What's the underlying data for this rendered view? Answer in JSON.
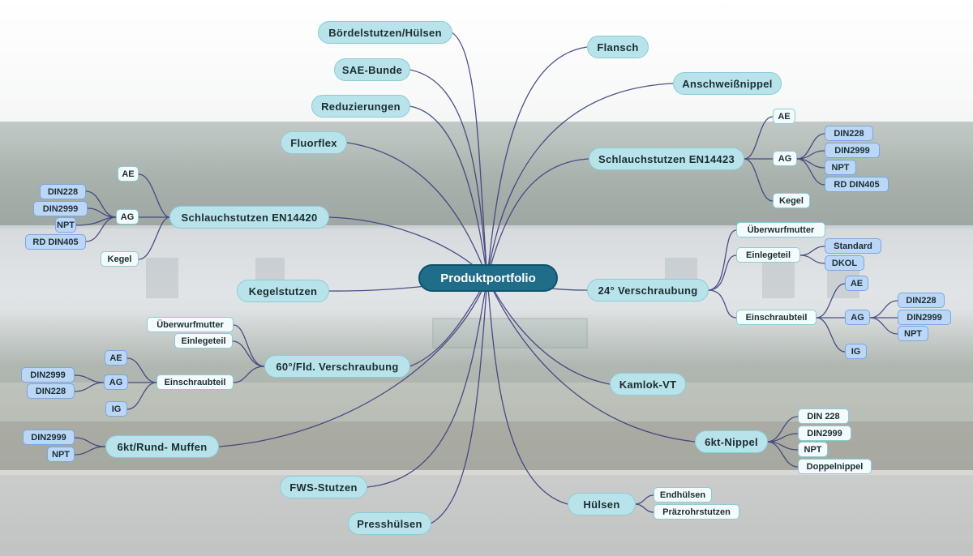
{
  "root": "Produktportfolio",
  "topics": {
    "boerdelstutzen": "Bördelstutzen/Hülsen",
    "sae_bunde": "SAE-Bunde",
    "reduzierungen": "Reduzierungen",
    "fluorflex": "Fluorflex",
    "schlauchstutzen_en14420": "Schlauchstutzen EN14420",
    "kegelstutzen": "Kegelstutzen",
    "verschraubung_60": "60°/Fld. Verschraubung",
    "muffen": "6kt/Rund- Muffen",
    "fws_stutzen": "FWS-Stutzen",
    "presshuelsen": "Presshülsen",
    "flansch": "Flansch",
    "anschweissnippel": "Anschweißnippel",
    "schlauchstutzen_en14423": "Schlauchstutzen EN14423",
    "verschraubung_24": "24° Verschraubung",
    "kamlok": "Kamlok-VT",
    "sechskant_nippel": "6kt-Nippel",
    "huelsen": "Hülsen"
  },
  "en14420": {
    "ae": "AE",
    "ag": "AG",
    "kegel": "Kegel",
    "ag_children": [
      "DIN228",
      "DIN2999",
      "NPT",
      "RD DIN405"
    ]
  },
  "en14423": {
    "ae": "AE",
    "ag": "AG",
    "kegel": "Kegel",
    "ag_children": [
      "DIN228",
      "DIN2999",
      "NPT",
      "RD DIN405"
    ]
  },
  "v60": {
    "ueberwurfmutter": "Überwurfmutter",
    "einlegeteil": "Einlegeteil",
    "einschraubteil": "Einschraubteil",
    "einschraub_children": {
      "ae": "AE",
      "ag": "AG",
      "ig": "IG"
    },
    "ag_children": [
      "DIN2999",
      "DIN228"
    ]
  },
  "muffen_children": [
    "DIN2999",
    "NPT"
  ],
  "v24": {
    "ueberwurfmutter": "Überwurfmutter",
    "einlegeteil": "Einlegeteil",
    "einlegeteil_children": [
      "Standard",
      "DKOL"
    ],
    "einschraubteil": "Einschraubteil",
    "einschraub_children": {
      "ae": "AE",
      "ag": "AG",
      "ig": "IG"
    },
    "ag_children": [
      "DIN228",
      "DIN2999",
      "NPT"
    ]
  },
  "nippel_children": [
    "DIN 228",
    "DIN2999",
    "NPT",
    "Doppelnippel"
  ],
  "huelsen_children": [
    "Endhülsen",
    "Präzrohrstutzen"
  ],
  "colors": {
    "topic_fill": "#b9e3ea",
    "subtopic_fill": "#f3fbfc",
    "leaf_fill": "#bcd7f6",
    "root_fill": "#1f6d88",
    "line": "#3c3f7a"
  }
}
